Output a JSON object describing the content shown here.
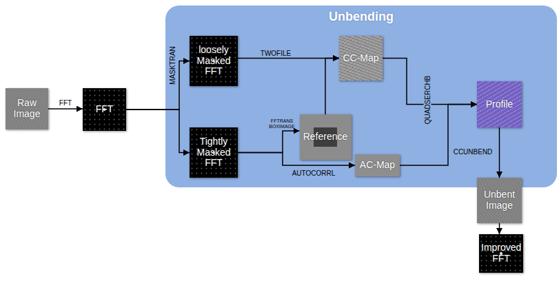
{
  "diagram": {
    "nodes": [
      {
        "text": [
          "Raw Image"
        ]
      },
      {
        "text": [
          "FFT"
        ]
      },
      {
        "text": [
          "Unbending"
        ]
      },
      {
        "text": [
          "loosely Masked FFT"
        ],
        "in": 2
      },
      {
        "text": [
          "CC-Map"
        ],
        "in": 2
      },
      {
        "text": [
          "Reference"
        ],
        "in": 2
      },
      {
        "text": [
          "Tightly Masked FFT"
        ],
        "in": 2
      },
      {
        "text": [
          "AC-Map"
        ],
        "in": 2
      },
      {
        "text": [
          "Profile"
        ],
        "in": 2
      },
      {
        "text": [
          "Unbent Image"
        ]
      },
      {
        "text": [
          "Improved FFT"
        ]
      }
    ],
    "edges": [
      {
        "from": 0,
        "to": 1,
        "label": "FFT",
        "arrow": "to"
      },
      {
        "from": 1,
        "to": 3,
        "label": "MASKTRAN",
        "arrow": "to"
      },
      {
        "from": 1,
        "to": 6,
        "arrow": "to"
      },
      {
        "from": 3,
        "to": 4,
        "label": "TWOFILE",
        "arrow": "to"
      },
      {
        "from": 5,
        "to": 4,
        "arrow": "to"
      },
      {
        "from": 6,
        "to": 5,
        "label": "FFTRANS BOXIMAGE",
        "arrow": "to"
      },
      {
        "from": 6,
        "to": 7,
        "label": "AUTOCORRL",
        "arrow": "to"
      },
      {
        "from": 4,
        "to": 8,
        "label": "QUADSERCHB",
        "arrow": "to"
      },
      {
        "from": 7,
        "to": 8,
        "arrow": "to"
      },
      {
        "from": 8,
        "to": 9,
        "label": "CCUNBEND",
        "arrow": "to"
      },
      {
        "from": 9,
        "to": 10,
        "arrow": "to"
      }
    ]
  }
}
